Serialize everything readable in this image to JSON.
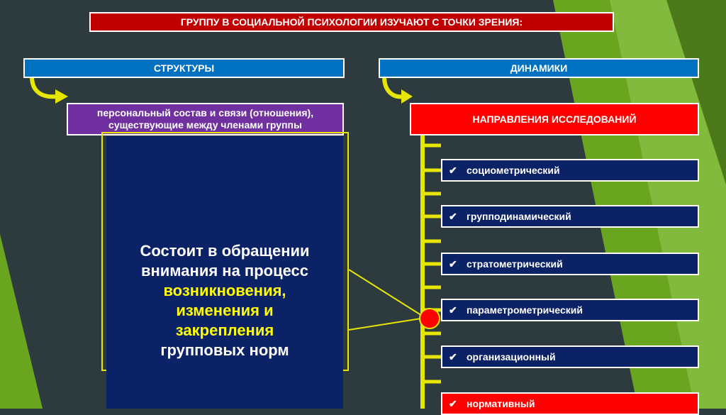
{
  "title": "ГРУППУ В СОЦИАЛЬНОЙ ПСИХОЛОГИИ ИЗУЧАЮТ С ТОЧКИ ЗРЕНИЯ:",
  "structure": {
    "label": "СТРУКТУРЫ",
    "definition": "персональный состав и связи (отношения), существующие между членами группы"
  },
  "dynamics": {
    "label": "ДИНАМИКИ",
    "header": "НАПРАВЛЕНИЯ ИССЛЕДОВАНИЙ",
    "description": {
      "part1": "Состоит в обращении",
      "part2": "внимания на процесс",
      "part3": "возникновения,",
      "part4": "изменения и",
      "part5": "закрепления",
      "part6": "групповых норм"
    },
    "methods": [
      "социометрический",
      "групподинамический",
      "стратометрический",
      "параметрометрический",
      "организационный",
      "нормативный"
    ]
  },
  "colors": {
    "title_bg": "#c00000",
    "section_bg": "#0070c0",
    "structure_bg": "#7030a0",
    "header_bg": "#ff0000",
    "method_bg": "#0c2266",
    "connector": "#e6e600",
    "highlight_text": "#ffff00"
  },
  "icons": {
    "check": "✔",
    "arrow": "curved-arrow-icon"
  }
}
